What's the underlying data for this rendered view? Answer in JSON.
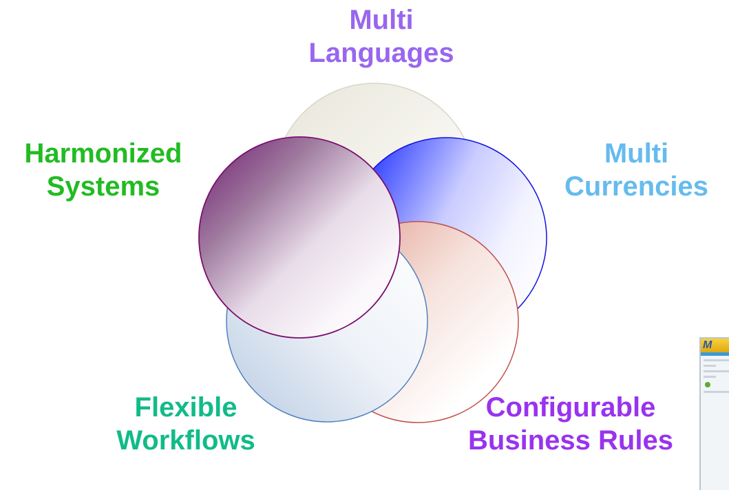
{
  "labels": {
    "languages": {
      "line1": "Multi",
      "line2": "Languages",
      "color": "#9966ee"
    },
    "harmonized": {
      "line1": "Harmonized",
      "line2": "Systems",
      "color": "#22bb22"
    },
    "currencies": {
      "line1": "Multi",
      "line2": "Currencies",
      "color": "#66bbee"
    },
    "workflows": {
      "line1": "Flexible",
      "line2": "Workflows",
      "color": "#11bb88"
    },
    "rules": {
      "line1": "Configurable",
      "line2": "Business Rules",
      "color": "#9933ee"
    }
  },
  "circles": [
    {
      "id": "languages-circle",
      "stroke": "#d6d6c8",
      "tint": "#e6e4d8"
    },
    {
      "id": "currencies-circle",
      "stroke": "#1111dd",
      "tint": "#2233ff"
    },
    {
      "id": "rules-circle",
      "stroke": "#c0504d",
      "tint": "#e0a090"
    },
    {
      "id": "workflows-circle",
      "stroke": "#4f81bd",
      "tint": "#b9cde4"
    },
    {
      "id": "harmonized-circle",
      "stroke": "#7a0f6e",
      "tint": "#7a2a7a"
    }
  ],
  "thumbnail": {
    "logo": "M"
  }
}
